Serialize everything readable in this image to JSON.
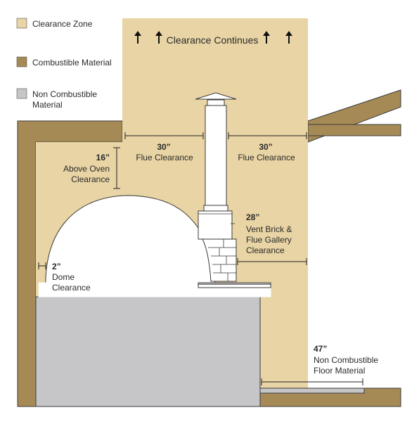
{
  "legend": [
    {
      "label": "Clearance Zone",
      "color": "#e8d4a4"
    },
    {
      "label": "Combustible Material",
      "color": "#a68a55"
    },
    {
      "label": "Non Combustible",
      "label2": "Material",
      "color": "#c6c6c8"
    }
  ],
  "labels": {
    "clearance_continues": "Clearance Continues",
    "flue_left_value": "30”",
    "flue_left_text": "Flue Clearance",
    "flue_right_value": "30”",
    "flue_right_text": "Flue Clearance",
    "above_oven_value": "16”",
    "above_oven_line1": "Above Oven",
    "above_oven_line2": "Clearance",
    "vent_value": "28”",
    "vent_line1": "Vent Brick &",
    "vent_line2": "Flue Gallery",
    "vent_line3": "Clearance",
    "dome_value": "2”",
    "dome_line1": "Dome",
    "dome_line2": "Clearance",
    "floor_value": "47”",
    "floor_line1": "Non Combustible",
    "floor_line2": "Floor Material"
  },
  "colors": {
    "clearance": "#e8d4a4",
    "combustible": "#a68a55",
    "noncombustible": "#c6c6c8",
    "outline": "#3a3a3a"
  }
}
